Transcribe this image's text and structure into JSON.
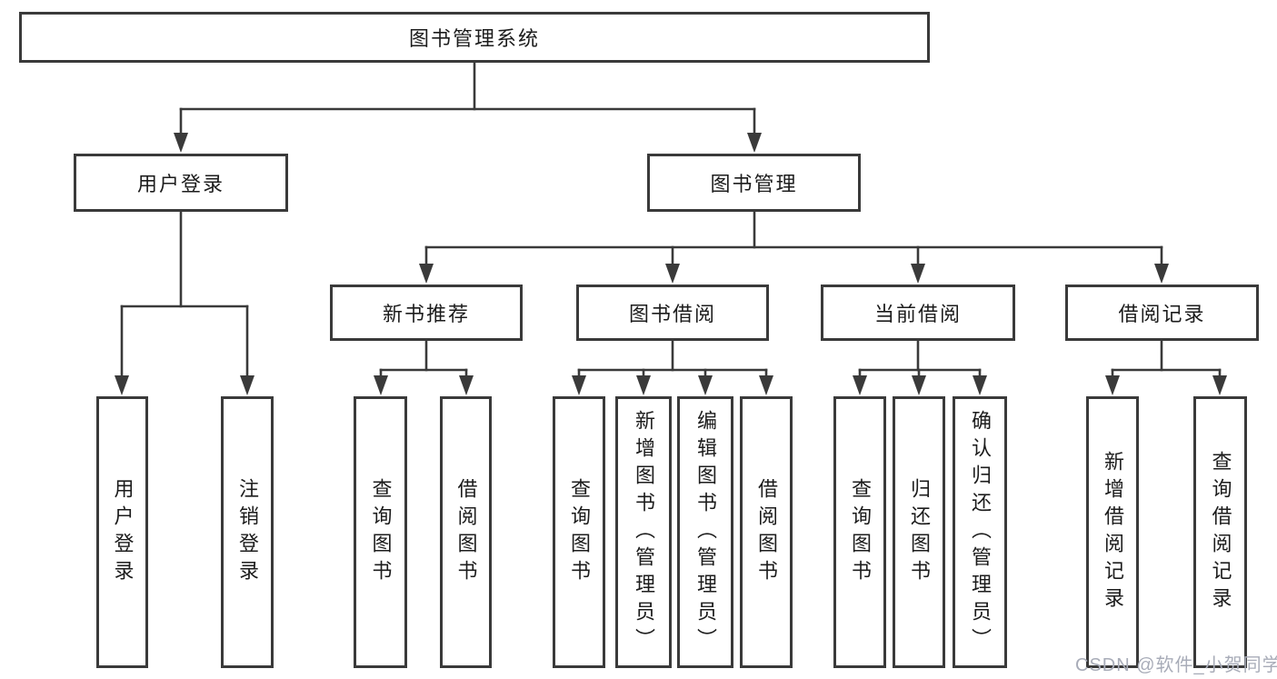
{
  "root": {
    "label": "图书管理系统"
  },
  "level2": {
    "user_login": "用户登录",
    "book_management": "图书管理"
  },
  "level3": {
    "new_book": "新书推荐",
    "book_borrow": "图书借阅",
    "current_borrow": "当前借阅",
    "borrow_records": "借阅记录"
  },
  "leaves": {
    "user_login": [
      "用户登录",
      "注销登录"
    ],
    "new_book": [
      "查询图书",
      "借阅图书"
    ],
    "book_borrow": [
      "查询图书",
      "新增图书（管理员）",
      "编辑图书（管理员）",
      "借阅图书"
    ],
    "current_borrow": [
      "查询图书",
      "归还图书",
      "确认归还（管理员）"
    ],
    "borrow_records": [
      "新增借阅记录",
      "查询借阅记录"
    ]
  },
  "watermark": "CSDN @软件_小贺同学",
  "colors": {
    "stroke": "#3a3a3a",
    "text": "#1c1c1c",
    "watermark_gray": "#a8acb8",
    "background": "#ffffff"
  }
}
